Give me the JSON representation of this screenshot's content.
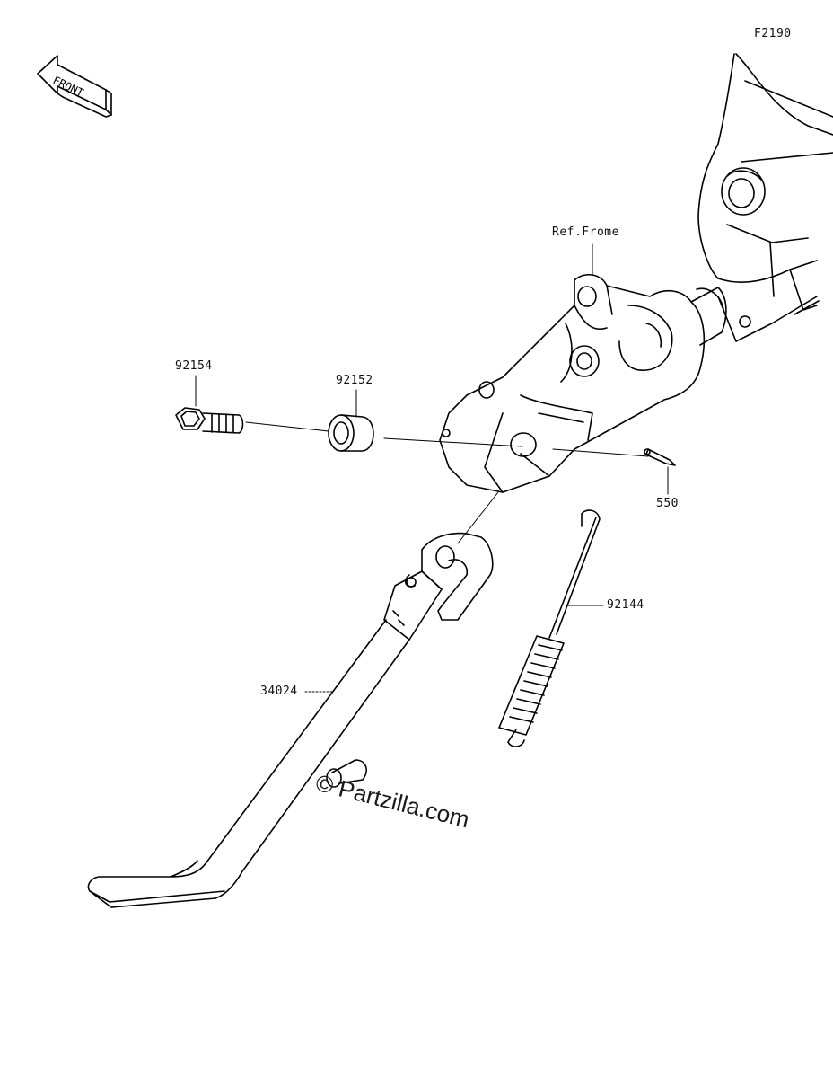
{
  "diagram": {
    "figure_code": "F2190",
    "front_label": "FRONT",
    "reference_label": "Ref.Frome",
    "watermark": "© Partzilla.com",
    "callouts": [
      {
        "id": "92154"
      },
      {
        "id": "92152"
      },
      {
        "id": "550"
      },
      {
        "id": "92144"
      },
      {
        "id": "34024"
      }
    ]
  },
  "colors": {
    "line": "#000000",
    "background": "#ffffff",
    "text": "#111111"
  }
}
